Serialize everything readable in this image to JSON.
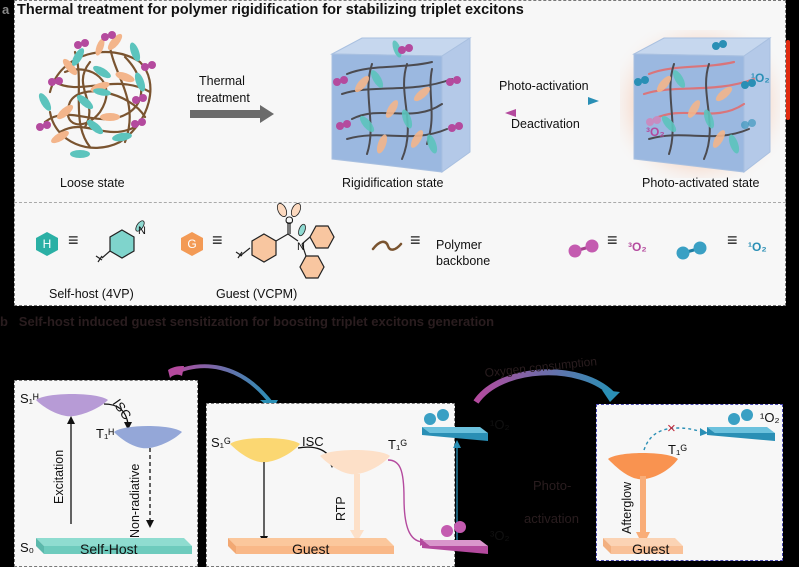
{
  "panel_a": {
    "label": "a",
    "title": "Thermal treatment for polymer rigidification for stabilizing triplet excitons",
    "states": {
      "loose": "Loose state",
      "rigid": "Rigidification state",
      "photo": "Photo-activated state"
    },
    "arrows": {
      "thermal_line1": "Thermal",
      "thermal_line2": "treatment",
      "photo_activation": "Photo-activation",
      "deactivation": "Deactivation"
    },
    "cube_labels": {
      "singlet_o2": "¹O₂",
      "triplet_o2": "³O₂"
    },
    "legend": {
      "host_badge": "H",
      "host_caption": "Self-host (4VP)",
      "guest_badge": "G",
      "guest_caption": "Guest (VCPM)",
      "polymer_line1": "Polymer",
      "polymer_line2": "backbone",
      "triplet_o2": "³O₂",
      "singlet_o2": "¹O₂",
      "equiv": "≡",
      "atom_n": "N",
      "atom_o": "O"
    },
    "colors": {
      "host": "#2bb0a5",
      "guest": "#f39a55",
      "triplet_o2": "#b44a9e",
      "singlet_o2": "#2a8fb5",
      "backbone": "#7a5430"
    }
  },
  "panel_b": {
    "label": "b",
    "title": "Self-host induced guest sensitization for boosting triplet excitons generation",
    "left": {
      "s1": "S₁ᴴ",
      "t1": "T₁ᴴ",
      "isc": "ISC",
      "s0": "S₀",
      "excitation": "Excitation",
      "nonradiative": "Non-radiative",
      "ground": "Self-Host"
    },
    "middle": {
      "s1": "S₁ᴳ",
      "t1": "T₁ᴳ",
      "isc": "ISC",
      "rtp": "RTP",
      "ground": "Guest",
      "singlet_o2": "¹O₂",
      "triplet_o2": "³O₂"
    },
    "transition": {
      "oxygen_consumption": "Oxygen consumption",
      "photo_line1": "Photo-",
      "photo_line2": "activation"
    },
    "right": {
      "t1": "T₁ᴳ",
      "afterglow": "Afterglow",
      "ground": "Guest",
      "singlet_o2": "¹O₂",
      "blocked_mark": "×"
    }
  }
}
